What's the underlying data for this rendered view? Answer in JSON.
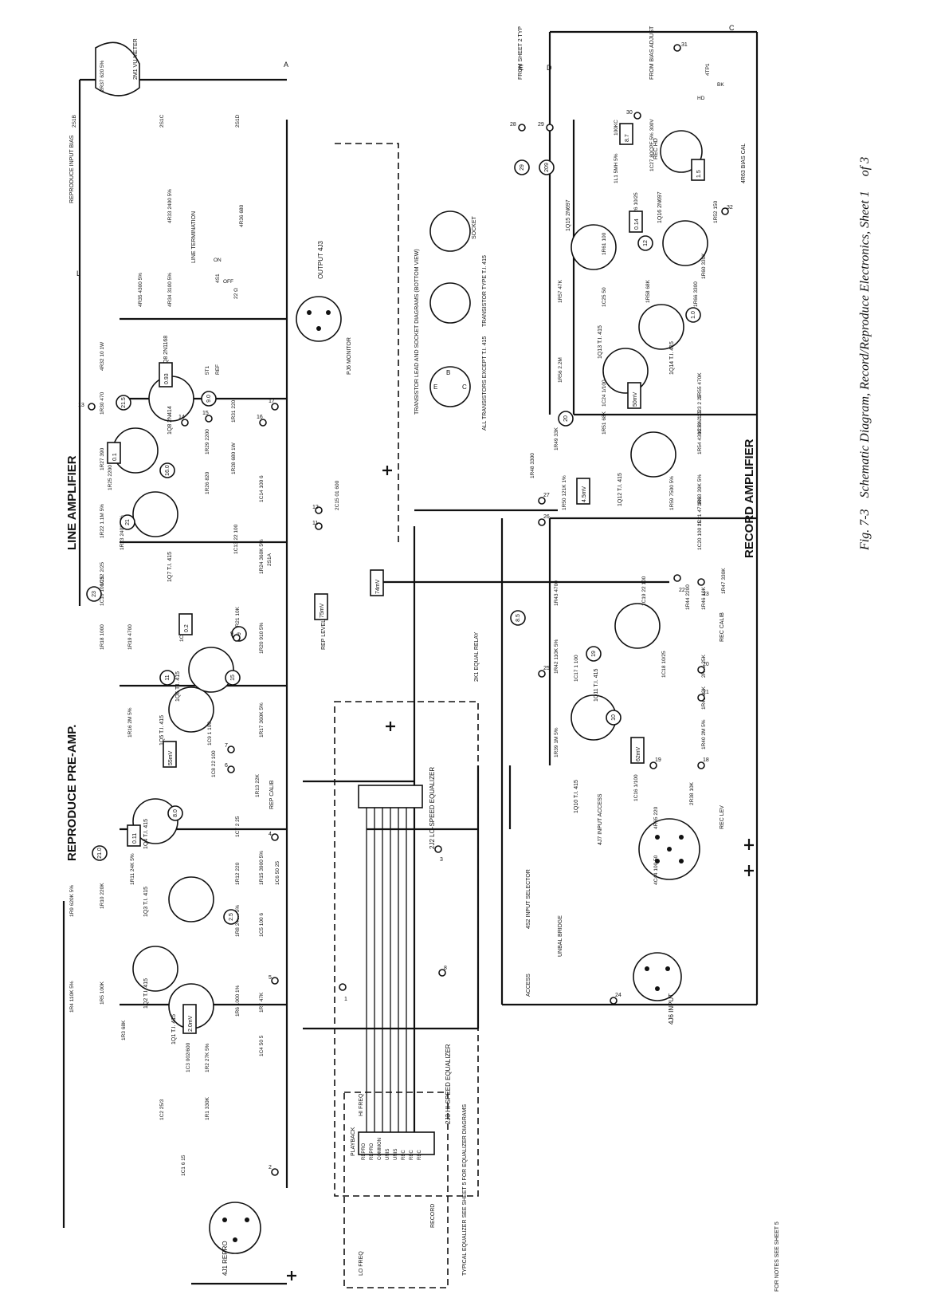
{
  "page": {
    "background": "#ffffff",
    "ink": "#111111"
  },
  "caption": {
    "fig": "Fig. 7-3",
    "title": "Schematic Diagram, Record/Reproduce Electronics, Sheet 1",
    "of": "of 3"
  },
  "notes": "FOR NOTES SEE SHEET 5",
  "sections": {
    "preamp": "REPRODUCE PRE-AMP.",
    "line": "LINE AMPLIFIER",
    "record": "RECORD AMPLIFIER"
  },
  "blocks": {
    "reproduce_input_bias": "REPRODUCE INPUT BIAS",
    "line_termination": "LINE TERMINATION",
    "output": "OUTPUT 4J3",
    "monitor": "PJ6 MONITOR",
    "input_selector": "4S2 INPUT SELECTOR",
    "input_access": "4J7 INPUT ACCESS",
    "access": "ACCESS",
    "unbal_bridge": "UNBAL BRIDGE",
    "input": "4J6 INPUT",
    "repro": "4J1 REPRO",
    "lo_speed_eq": "2J2 LO-SPEED EQUALIZER",
    "hi_speed_eq": "2J3 HI-SPEED EQUALIZER",
    "equal_relay": "2K1 EQUAL RELAY",
    "rep_level": "REP LEVEL",
    "rep_calib": "REP CALIB",
    "rec_level": "REC LEV",
    "rec_calib": "REC CALIB",
    "from_bias_adjust": "FROM BIAS ADJUST",
    "from_sheet2": "FROM SHEET 2 TYP",
    "bias_cal": "4R63 BIAS CAL",
    "rec_hd": "REC HD",
    "vu_meter": "2M1 VU METER"
  },
  "transistor_diagram": {
    "title": "TRANSISTOR LEAD AND SOCKET DIAGRAMS (BOTTOM VIEW)",
    "left_caption": "ALL TRANSISTORS EXCEPT T.I. 415",
    "right_caption": "TRANSISTOR TYPE T.I. 415",
    "socket": "SOCKET",
    "pins": [
      "E",
      "B",
      "C"
    ]
  },
  "equalizer_box": {
    "caption": "TYPICAL EQUALIZER SEE SHEET 5 FOR EQUALIZER DIAGRAMS",
    "playback": "PLAYBACK",
    "hi_freq": "HI FREQ",
    "lo_freq": "LO FREQ",
    "record": "RECORD",
    "rows": [
      "REPRO",
      "REPRO",
      "COMMON",
      "UNIS",
      "UNIS",
      "REC",
      "REC",
      "REC"
    ]
  },
  "transistors": {
    "q1": {
      "ref": "1Q1",
      "type": "T.I. 415"
    },
    "q2": {
      "ref": "1Q2",
      "type": "T.I. 415"
    },
    "q3": {
      "ref": "1Q3",
      "type": "T.I. 415"
    },
    "q4": {
      "ref": "1Q4",
      "type": "T.I. 415"
    },
    "q5": {
      "ref": "1Q5",
      "type": "T.I. 415"
    },
    "q6": {
      "ref": "1Q6",
      "type": "T.I. 415"
    },
    "q7": {
      "ref": "1Q7",
      "type": "T.I. 415"
    },
    "q8": {
      "ref": "1Q8",
      "type": "2N414"
    },
    "q9": {
      "ref": "5Q8",
      "type": "2N1168"
    },
    "q10": {
      "ref": "1Q10",
      "type": "T.I. 415"
    },
    "q11": {
      "ref": "1Q11",
      "type": "T.I. 415"
    },
    "q12": {
      "ref": "1Q12",
      "type": "T.I. 415"
    },
    "q13": {
      "ref": "1Q13",
      "type": "T.I. 415"
    },
    "q14": {
      "ref": "1Q14",
      "type": "T.I. 415"
    },
    "q15": {
      "ref": "1Q15",
      "type": "2N697"
    },
    "q16": {
      "ref": "1Q16",
      "type": "2N697"
    }
  },
  "resistors": {
    "r1": "1R1 330K",
    "r2": "1R2 27K 5%",
    "r3": "1R3 68K",
    "r4": "1R4 110K 5%",
    "r5": "1R5 100K",
    "r6": "1R6 1000 1%",
    "r7": "1R7 47K",
    "r8": "1R8 240K 5%",
    "r9": "1R9 620K 5%",
    "r10": "1R10 220K",
    "r11": "1R11 24K 5%",
    "r12": "1R12 220",
    "r13": "1R13 22K",
    "r15": "1R15 3900 5%",
    "r16": "1R16 2M 5%",
    "r17": "1R17 360K 5%",
    "r18": "1R18 1000",
    "r19": "1R19 4700",
    "r20": "1R20 910 5%",
    "r22": "1R22 1.1M 5%",
    "r23": "1R23 240K 5%",
    "r24": "1R24 360K 5%",
    "r25": "1R25 2200",
    "r26": "1R26 820",
    "r27": "1R27 390",
    "r28": "1R28 680 1W",
    "r29": "1R29 2200",
    "r30": "1R30 470",
    "r31": "1R31 220",
    "r32": "4R32 10 1W",
    "r33": "4R33 2400 5%",
    "r34": "4R34 3100 5%",
    "r35": "4R35 4300 5%",
    "r36": "4R36 680",
    "r37": "2R37 620 5%",
    "r39": "1R39 1M 5%",
    "r40": "1R40 2M 5%",
    "r41": "1R41 22K",
    "r42": "1R42 110K 5%",
    "r43": "1R43 4700",
    "r44": "1R44 2200",
    "r46": "1R46 10K",
    "r47": "1R47 330K",
    "r48": "1R48 3300",
    "r49": "1R49 33K",
    "r50": "1R50 121K 1%",
    "r51": "1R51 68K",
    "r52": "1R52 150",
    "r53": "1R53 39K 5%",
    "r54": "1R54 4300 5%",
    "r55": "1R55 470K",
    "r56": "1R56 2.2M",
    "r57": "1R57 47K",
    "r58": "1R58 68K",
    "r59": "1R59 7500 5%",
    "r60": "1R60 330K",
    "r61": "1R61 100",
    "r65": "4R65 220",
    "r66": "1R66 3300"
  },
  "capacitors": {
    "c1": "1C1 6 15",
    "c2": "1C2 25/3",
    "c3": "1C3 002/600",
    "c4": "1C4 50 5",
    "c5": "1C5 100 6",
    "c6": "1C6 50 25",
    "c7": "1C7 2 25",
    "c8": "1C8 22 100",
    "c9": "1C9 1 100",
    "c10": "1C10 100/25",
    "c11": "1C11 2 25",
    "c12": "1C12 2/25",
    "c13": "1C13 22 100",
    "c14": "1C14 100 6",
    "c15": "2C15 01 600",
    "c16": "1C16 1/100",
    "c17": "1C17 1 100",
    "c18": "1C18 10/25",
    "c19": "1C19 22 100",
    "c20": "1C20 100 25",
    "c21": "1C21 47 100",
    "c22": "1C22 2 25",
    "c23": "1C23 2 25",
    "c24": "1C24 1/100",
    "c25": "1C25 50",
    "c26": "1C26 10/25",
    "c27": "1C27 80CPF 5% 300V",
    "c44": "4C44 100 50"
  },
  "misc": {
    "l1": "1L1 5MH 5%",
    "l1_tag": "100KC",
    "t1": "5T1",
    "t1_ref": "REF",
    "s1a": "2S1A",
    "s1b": "2S1B",
    "s1c": "2S1C",
    "s1d": "2S1D",
    "r21": "2R21 10K",
    "r45": "2R45 25K",
    "r38": "2R38 10K",
    "s1": "4S1",
    "on": "ON",
    "off": "OFF",
    "hd": "HD",
    "bk": "BK",
    "tp": "4TP1",
    "p22": "22 Ω"
  },
  "levels": {
    "l1": "2.0mV",
    "l2": "55mV",
    "l3": "75mV",
    "l4": "74mV",
    "l5": "62mV",
    "l6": "4.5mV",
    "l7": "50mV",
    "l8": "0.93",
    "l9": "0.1",
    "l10": "0.11",
    "l11": "0.2",
    "l12": "0.14",
    "l13": "8.7",
    "l14": "1.5"
  },
  "circles": [
    "23",
    "21",
    "8.0",
    "11",
    "21.0",
    "2.5",
    "16.0",
    "21.5",
    "9.0",
    "15",
    "8.5",
    "10",
    "20",
    "1.0",
    "12",
    "19",
    "9",
    "209",
    "29"
  ],
  "nodes": {
    "n1": "1",
    "n2": "2",
    "n3": "3",
    "n4": "4",
    "n5": "5",
    "n6": "6",
    "n7": "7",
    "n8": "8",
    "n9": "9",
    "n11": "11",
    "n12": "12",
    "n13": "13",
    "n14": "14",
    "n15": "15",
    "n16": "16",
    "n17": "17",
    "n18": "18",
    "n19": "19",
    "n20": "20",
    "n21": "21",
    "n22": "22",
    "n23": "23",
    "n24": "24",
    "n25": "25",
    "n26": "26",
    "n27": "27",
    "n28": "28",
    "n29": "29",
    "n30": "30",
    "n31": "31",
    "n32": "32",
    "ta": "A",
    "tb": "B",
    "tc": "C",
    "td": "D",
    "te": "E",
    "tl": "L"
  }
}
